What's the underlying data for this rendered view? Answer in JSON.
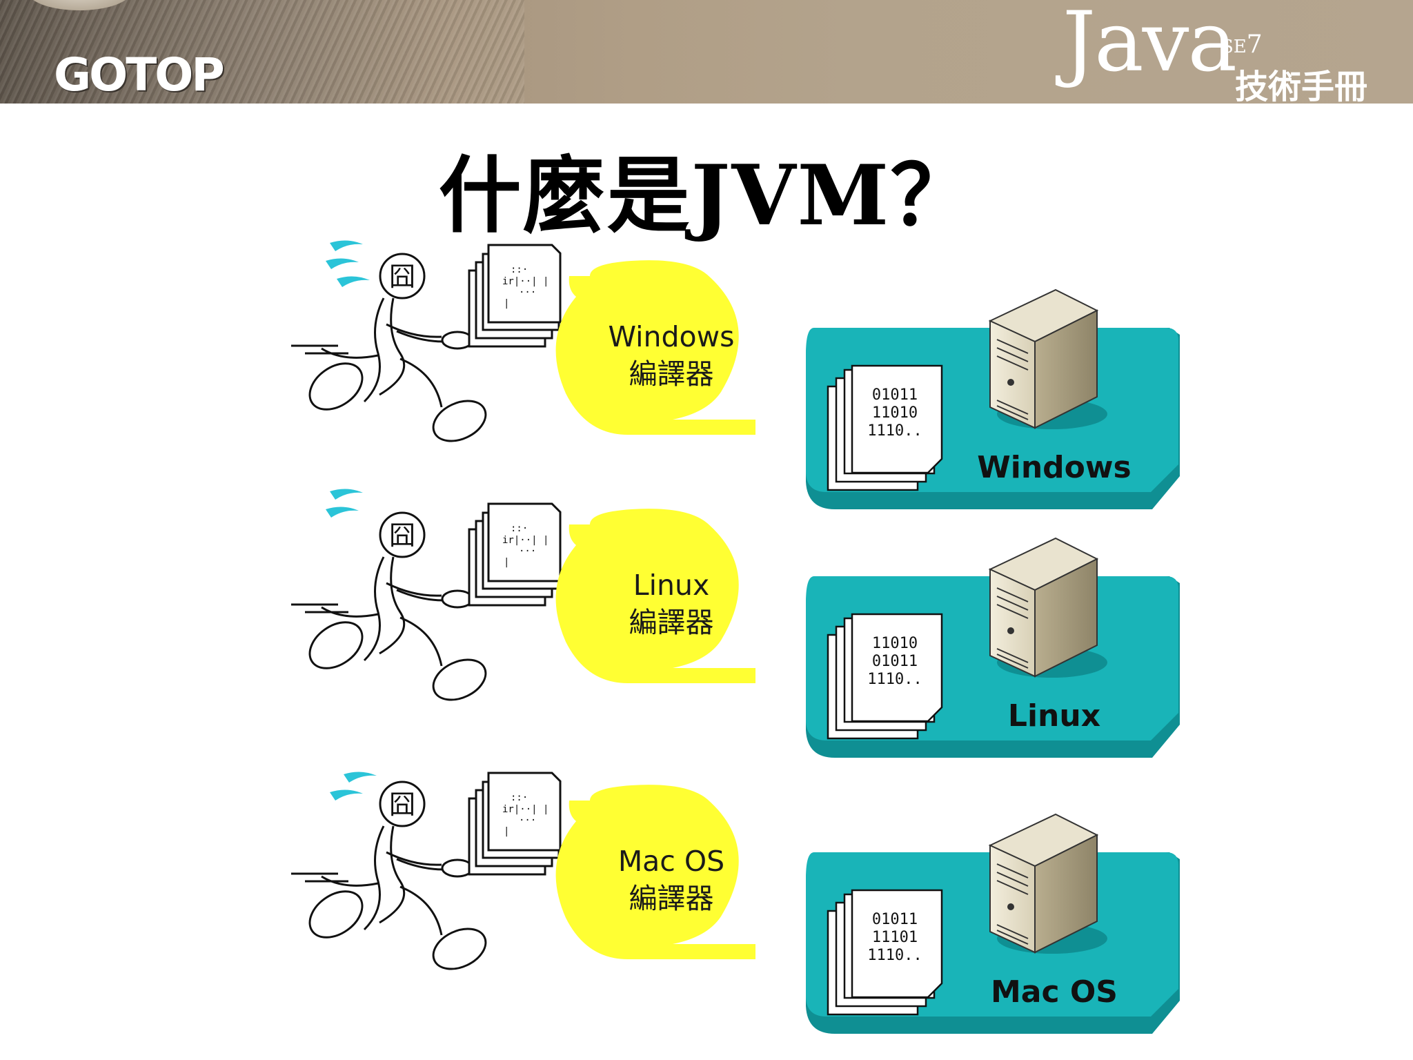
{
  "header": {
    "brand": "GOTOP",
    "java_word": "Java",
    "java_edition": "SE",
    "java_version": "7",
    "java_subtitle": "技術手冊"
  },
  "title": "什麼是JVM？",
  "rows": [
    {
      "compiler_name": "Windows",
      "compiler_suffix": "編譯器",
      "binary": [
        "01011",
        "11010",
        "1110.."
      ],
      "platform": "Windows"
    },
    {
      "compiler_name": "Linux",
      "compiler_suffix": "編譯器",
      "binary": [
        "11010",
        "01011",
        "1110.."
      ],
      "platform": "Linux"
    },
    {
      "compiler_name": "Mac OS",
      "compiler_suffix": "編譯器",
      "binary": [
        "01011",
        "11101",
        "1110.."
      ],
      "platform": "Mac OS"
    }
  ],
  "colors": {
    "bubble": "#ffff33",
    "platform_box": "#19b4b8",
    "platform_box_dark": "#0f8f93",
    "speed_lines": "#2bc4d8"
  }
}
